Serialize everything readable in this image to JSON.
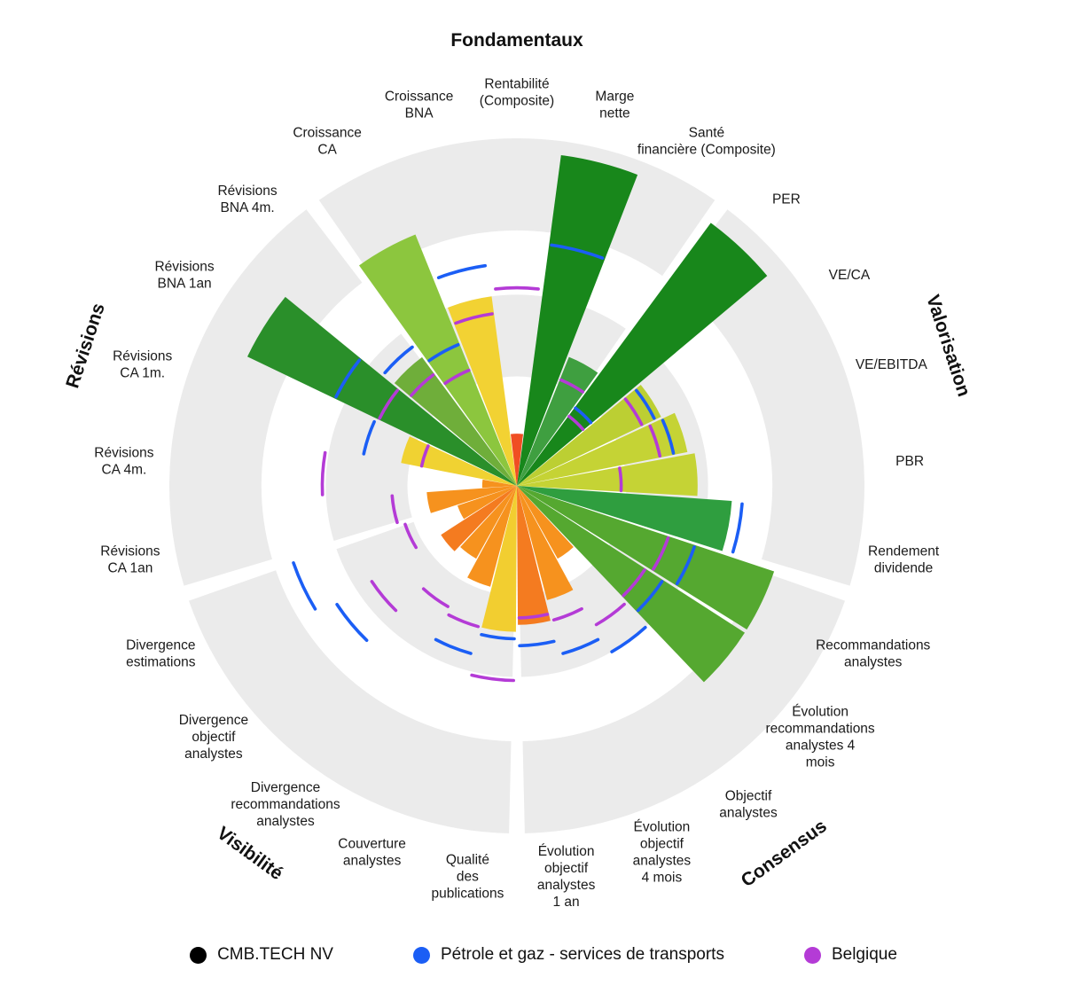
{
  "chart_data": {
    "type": "polar-bar",
    "description": "Radial stock rating wheel with 5 groups of 5 metrics; colored wedges are the company score, blue arcs the sector benchmark, purple arcs the country benchmark (scale 0-100).",
    "scale": {
      "min": 0,
      "max": 100
    },
    "ring_color": "#ebebeb",
    "rings": [
      [
        0.315,
        0.55
      ],
      [
        0.735,
        1.0
      ]
    ],
    "series": [
      {
        "name": "CMB.TECH NV",
        "color": "#000000",
        "role": "company"
      },
      {
        "name": "Pétrole et gaz - services de transports",
        "color": "#1b5ef5",
        "role": "sector"
      },
      {
        "name": "Belgique",
        "color": "#b43bd6",
        "role": "country"
      }
    ],
    "groups": [
      {
        "name": "Fondamentaux",
        "metrics": [
          {
            "label": "Croissance CA",
            "lines": [
              "Croissance",
              "CA"
            ],
            "value": 78,
            "color": "#8cc63e",
            "sector": 44,
            "country": 36
          },
          {
            "label": "Croissance BNA",
            "lines": [
              "Croissance",
              "BNA"
            ],
            "value": 55,
            "color": "#f2d233",
            "sector": 64,
            "country": 50
          },
          {
            "label": "Rentabilité (Composite)",
            "lines": [
              "Rentabilité",
              "(Composite)"
            ],
            "value": 15,
            "color": "#f04e23",
            "sector": null,
            "country": 57
          },
          {
            "label": "Marge nette",
            "lines": [
              "Marge",
              "nette"
            ],
            "value": 96,
            "color": "#18871b",
            "sector": 70,
            "country": null
          },
          {
            "label": "Santé financière (Composite)",
            "lines": [
              "Santé",
              "financière (Composite)"
            ],
            "value": 40,
            "color": "#3f9f40",
            "sector": null,
            "country": 33
          }
        ]
      },
      {
        "name": "Valorisation",
        "metrics": [
          {
            "label": "PER",
            "lines": [
              "PER"
            ],
            "value": 94,
            "color": "#18871b",
            "sector": 28,
            "country": 25
          },
          {
            "label": "VE/CA",
            "lines": [
              "VE/CA"
            ],
            "value": 46,
            "color": "#bccf33",
            "sector": 44,
            "country": 40
          },
          {
            "label": "VE/EBITDA",
            "lines": [
              "VE/EBITDA"
            ],
            "value": 50,
            "color": "#c5d335",
            "sector": 46,
            "country": 42
          },
          {
            "label": "PBR",
            "lines": [
              "PBR"
            ],
            "value": 52,
            "color": "#c5d335",
            "sector": null,
            "country": 30
          },
          {
            "label": "Rendement dividende",
            "lines": [
              "Rendement",
              "dividende"
            ],
            "value": 62,
            "color": "#2f9e3f",
            "sector": 65,
            "country": null
          }
        ]
      },
      {
        "name": "Consensus",
        "metrics": [
          {
            "label": "Recommandations analystes",
            "lines": [
              "Recommandations",
              "analystes"
            ],
            "value": 78,
            "color": "#55a830",
            "sector": 54,
            "country": 46
          },
          {
            "label": "Évolution recommandations analystes 4 mois",
            "lines": [
              "Évolution",
              "recommandations",
              "analystes 4",
              "mois"
            ],
            "value": 78,
            "color": "#55a830",
            "sector": 50,
            "country": 44
          },
          {
            "label": "Objectif analystes",
            "lines": [
              "Objectif",
              "analystes"
            ],
            "value": 24,
            "color": "#f6921e",
            "sector": 55,
            "country": 46
          },
          {
            "label": "Évolution objectif analystes 4 mois",
            "lines": [
              "Évolution",
              "objectif",
              "analystes",
              "4 mois"
            ],
            "value": 34,
            "color": "#f6921e",
            "sector": 50,
            "country": 40
          },
          {
            "label": "Évolution objectif analystes 1 an",
            "lines": [
              "Évolution",
              "objectif",
              "analystes",
              "1 an"
            ],
            "value": 40,
            "color": "#f47b20",
            "sector": 46,
            "country": 38
          }
        ]
      },
      {
        "name": "Visibilité",
        "metrics": [
          {
            "label": "Qualité des publications",
            "lines": [
              "Qualité",
              "des",
              "publications"
            ],
            "value": 42,
            "color": "#f2ce30",
            "sector": 44,
            "country": 56
          },
          {
            "label": "Couverture analystes",
            "lines": [
              "Couverture",
              "analystes"
            ],
            "value": 30,
            "color": "#f6921e",
            "sector": 50,
            "country": 42
          },
          {
            "label": "Divergence recommandations analystes",
            "lines": [
              "Divergence",
              "recommandations",
              "analystes"
            ],
            "value": 24,
            "color": "#f6921e",
            "sector": null,
            "country": 40
          },
          {
            "label": "Divergence objectif analystes",
            "lines": [
              "Divergence",
              "objectif",
              "analystes"
            ],
            "value": 26,
            "color": "#f47b20",
            "sector": 62,
            "country": 50
          },
          {
            "label": "Divergence estimations",
            "lines": [
              "Divergence",
              "estimations"
            ],
            "value": 18,
            "color": "#f6921e",
            "sector": 68,
            "country": 34
          }
        ]
      },
      {
        "name": "Révisions",
        "metrics": [
          {
            "label": "Révisions CA 1an",
            "lines": [
              "Révisions",
              "CA 1an"
            ],
            "value": 26,
            "color": "#f6921e",
            "sector": null,
            "country": 36
          },
          {
            "label": "Révisions CA 4m.",
            "lines": [
              "Révisions",
              "CA 4m."
            ],
            "value": 10,
            "color": "#f6921e",
            "sector": null,
            "country": 56
          },
          {
            "label": "Révisions CA 1m.",
            "lines": [
              "Révisions",
              "CA 1m."
            ],
            "value": 34,
            "color": "#f0d232",
            "sector": 45,
            "country": 28
          },
          {
            "label": "Révisions BNA 1an",
            "lines": [
              "Révisions",
              "BNA 1an"
            ],
            "value": 86,
            "color": "#2a8f2a",
            "sector": 58,
            "country": 44
          },
          {
            "label": "Révisions BNA 4m.",
            "lines": [
              "Révisions",
              "BNA 4m."
            ],
            "value": 46,
            "color": "#6fae3a",
            "sector": 50,
            "country": 40
          }
        ]
      }
    ]
  },
  "legend": {
    "items": [
      {
        "label": "CMB.TECH NV",
        "color": "#000000"
      },
      {
        "label": "Pétrole et gaz - services de transports",
        "color": "#1b5ef5"
      },
      {
        "label": "Belgique",
        "color": "#b43bd6"
      }
    ]
  }
}
